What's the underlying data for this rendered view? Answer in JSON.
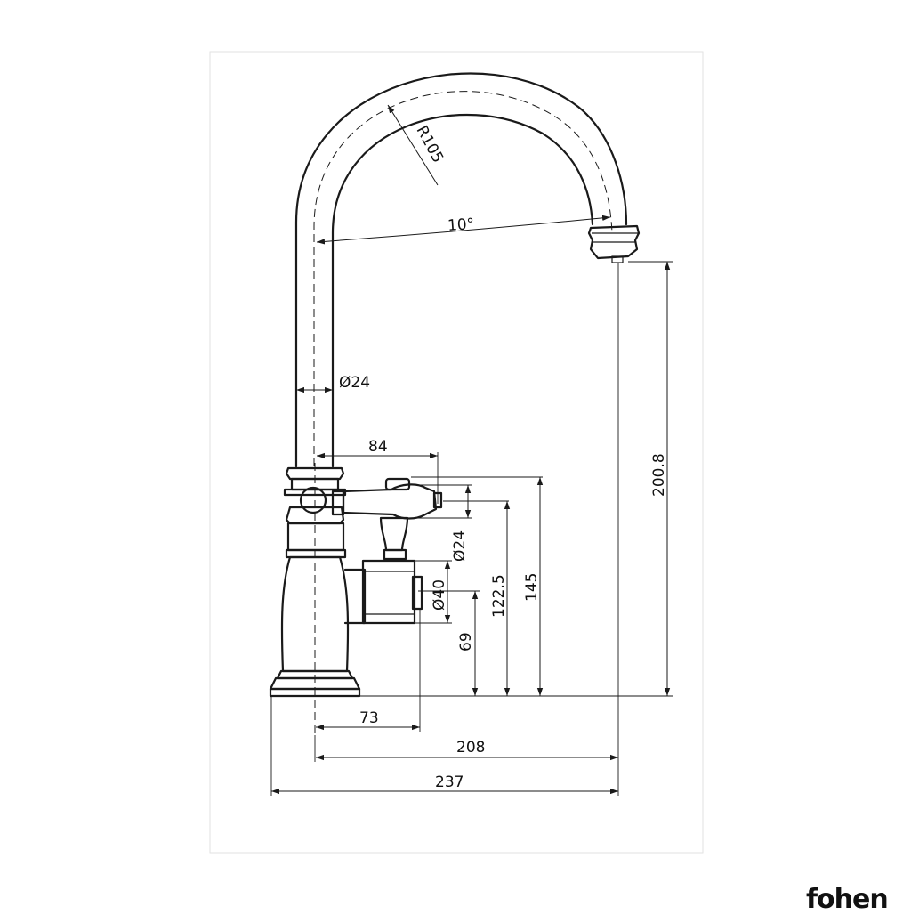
{
  "brand": {
    "name": "fohen"
  },
  "dimensions": {
    "radius": "R105",
    "angle": "10°",
    "tube_diameter": "Ø24",
    "handle_reach": "84",
    "handle_diameter": "Ø24",
    "body_diameter": "Ø40",
    "height_69": "69",
    "height_122_5": "122.5",
    "height_145": "145",
    "height_200_8": "200.8",
    "width_73": "73",
    "width_208": "208",
    "width_237": "237"
  },
  "colors": {
    "line": "#1a1a1a",
    "frame": "#e2e2e2",
    "background": "#ffffff"
  }
}
